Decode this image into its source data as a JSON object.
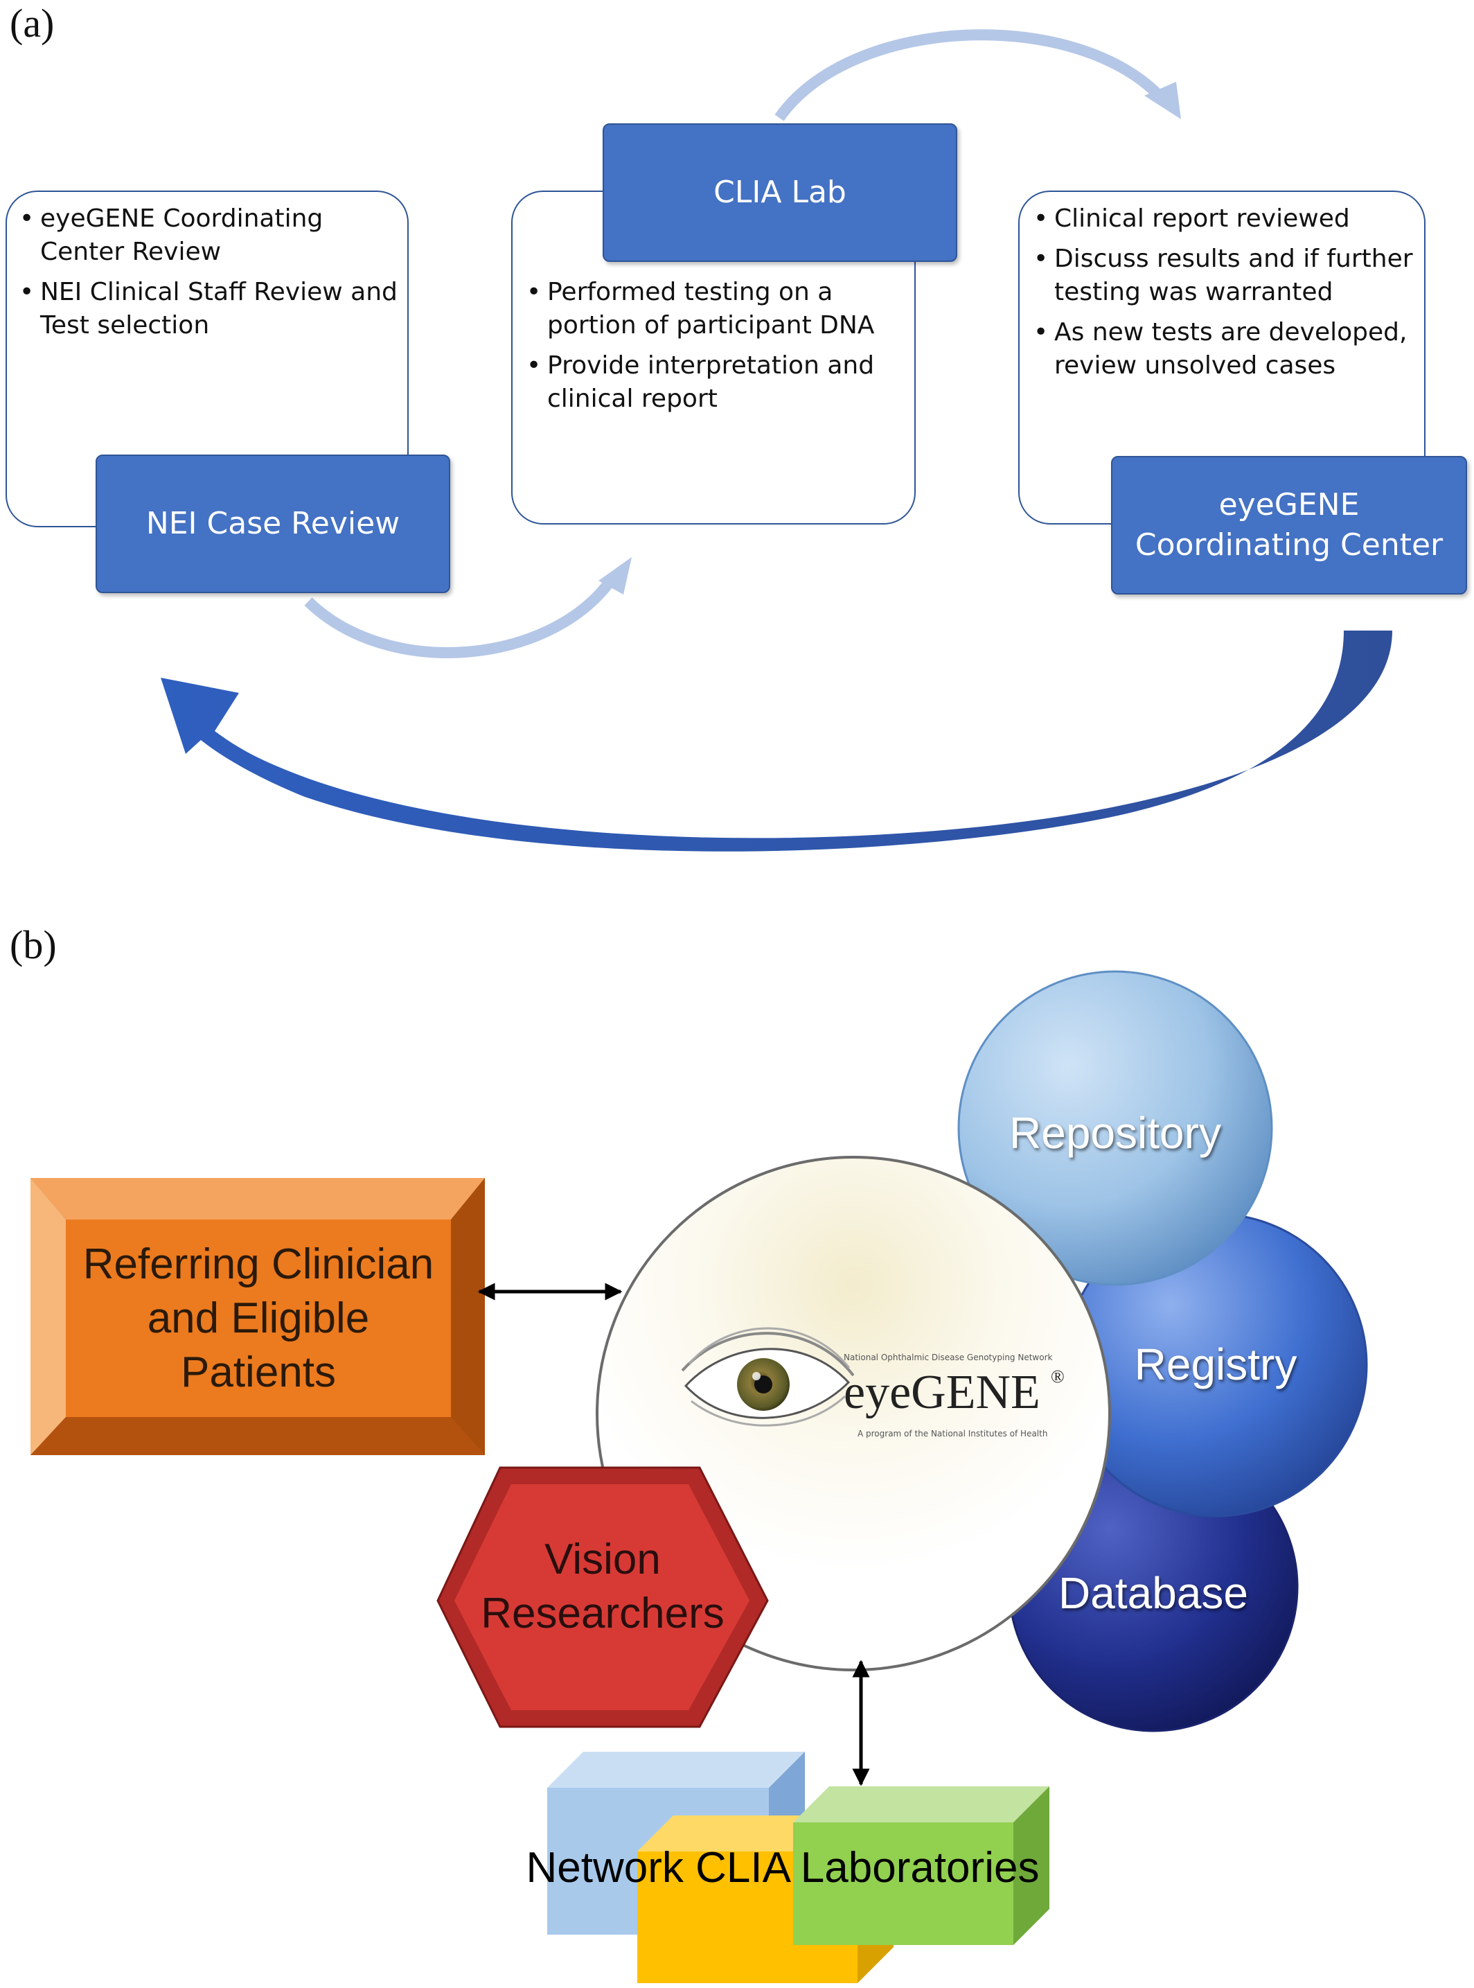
{
  "panel_a": {
    "label": "(a)",
    "left_card": {
      "bullets": [
        "eyeGENE Coordinating Center Review",
        "NEI Clinical Staff Review and Test selection"
      ],
      "header": "NEI Case Review"
    },
    "middle_card": {
      "header": "CLIA Lab",
      "bullets": [
        "Performed testing on a portion of participant DNA",
        "Provide interpretation and clinical report"
      ]
    },
    "right_card": {
      "bullets": [
        "Clinical report reviewed",
        "Discuss results and if further testing was warranted",
        "As new tests are developed, review unsolved cases"
      ],
      "header_line1": "eyeGENE",
      "header_line2": "Coordinating Center"
    },
    "colors": {
      "header_fill": "#4472c4",
      "card_border": "#2f5597",
      "arrow_light": "#b4c7e7",
      "arrow_dark": "#2f5597"
    }
  },
  "panel_b": {
    "label": "(b)",
    "referring": "Referring Clinician and Eligible Patients",
    "vision": "Vision Researchers",
    "repository": "Repository",
    "registry": "Registry",
    "database": "Database",
    "labs": "Network CLIA Laboratories",
    "logo": {
      "name": "eyeGENE",
      "reg": "®",
      "top_line": "National Ophthalmic Disease Genotyping Network",
      "bottom_line": "A program of the National Institutes of Health"
    },
    "colors": {
      "referring": "#e8771f",
      "vision": "#c9302c",
      "repository": "#9dc3e6",
      "registry": "#3f6fd0",
      "database": "#22308f",
      "lab_blue": "#9dc3e6",
      "lab_yellow": "#ffc000",
      "lab_green": "#92d050"
    }
  }
}
